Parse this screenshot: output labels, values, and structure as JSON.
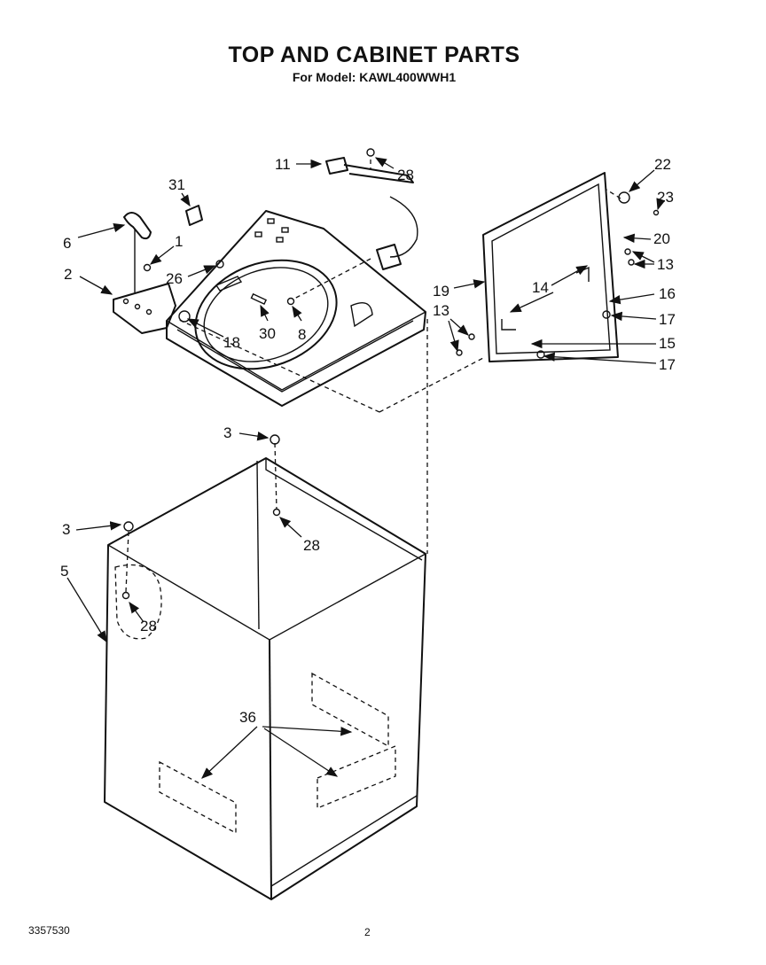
{
  "header": {
    "title": "TOP AND CABINET PARTS",
    "subtitle": "For Model: KAWL400WWH1"
  },
  "footer": {
    "doc_number": "3357530",
    "page_number": "2"
  },
  "callouts": {
    "c1": "1",
    "c2": "2",
    "c3a": "3",
    "c3b": "3",
    "c5": "5",
    "c6": "6",
    "c8": "8",
    "c11": "11",
    "c13a": "13",
    "c13b": "13",
    "c14": "14",
    "c15": "15",
    "c16": "16",
    "c17a": "17",
    "c17b": "17",
    "c18": "18",
    "c19": "19",
    "c20": "20",
    "c22": "22",
    "c23": "23",
    "c26": "26",
    "c28a": "28",
    "c28b": "28",
    "c28c": "28",
    "c30": "30",
    "c31": "31",
    "c36": "36"
  }
}
